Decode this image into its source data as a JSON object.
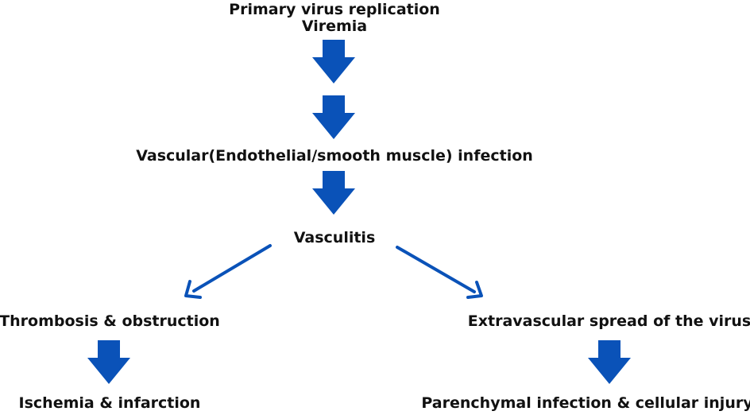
{
  "nodes": {
    "primary": "Primary virus replication",
    "viremia": "Viremia",
    "vascular_infection": "Vascular(Endothelial/smooth muscle) infection",
    "vasculitis": "Vasculitis",
    "thrombosis": "Thrombosis & obstruction",
    "extravascular": "Extravascular spread of the virus",
    "ischemia": "Ischemia & infarction",
    "parenchymal": "Parenchymal infection & cellular injury"
  },
  "colors": {
    "arrow": "#0a52b8",
    "text": "#111111"
  }
}
